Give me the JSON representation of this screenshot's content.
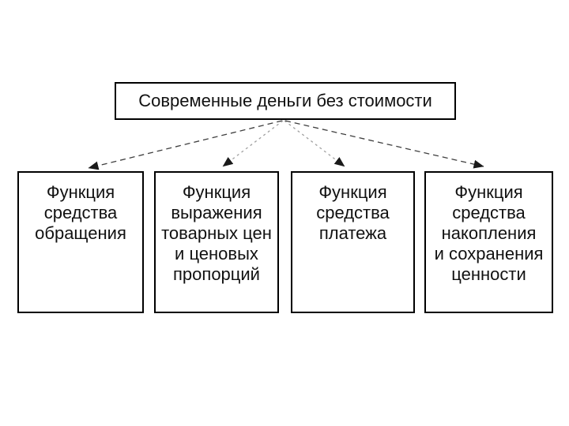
{
  "diagram": {
    "title": "Современные деньги без стоимости",
    "functions": [
      {
        "label": "Функция\nсредства\nобращения"
      },
      {
        "label": "Функция\nвыражения\nтоварных цен\nи ценовых\nпропорций"
      },
      {
        "label": "Функция\nсредства\nплатежа"
      },
      {
        "label": "Функция\nсредства\nнакопления\nи сохранения\nценности"
      }
    ]
  },
  "colors": {
    "box_border": "#000000",
    "box_background": "#ffffff",
    "text": "#111111",
    "arrow_outer": "#3f3f3f",
    "arrow_inner": "#a0a0a0",
    "arrowhead": "#1a1a1a"
  }
}
